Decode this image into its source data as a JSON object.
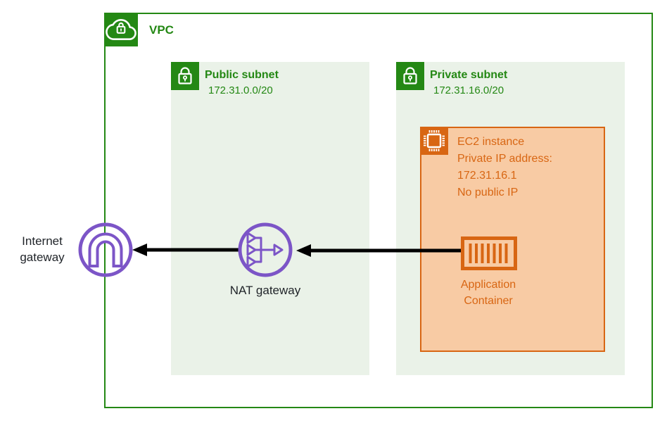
{
  "colors": {
    "green": "#248814",
    "subnet-fill": "#EAF2E8",
    "orange": "#D86613",
    "ec2-fill": "#F8CBA4",
    "purple": "#7C55C7",
    "arrow": "#000000",
    "label": "#1F2328"
  },
  "vpc": {
    "label": "VPC"
  },
  "subnets": {
    "public": {
      "label": "Public subnet",
      "cidr": "172.31.0.0/20"
    },
    "private": {
      "label": "Private subnet",
      "cidr": "172.31.16.0/20"
    }
  },
  "ec2": {
    "lines": [
      "EC2 instance",
      "Private IP address:",
      "172.31.16.1",
      "No public IP"
    ]
  },
  "gateways": {
    "internet": {
      "label": "Internet gateway"
    },
    "nat": {
      "label": "NAT gateway"
    }
  },
  "container": {
    "label": "Application Container"
  }
}
